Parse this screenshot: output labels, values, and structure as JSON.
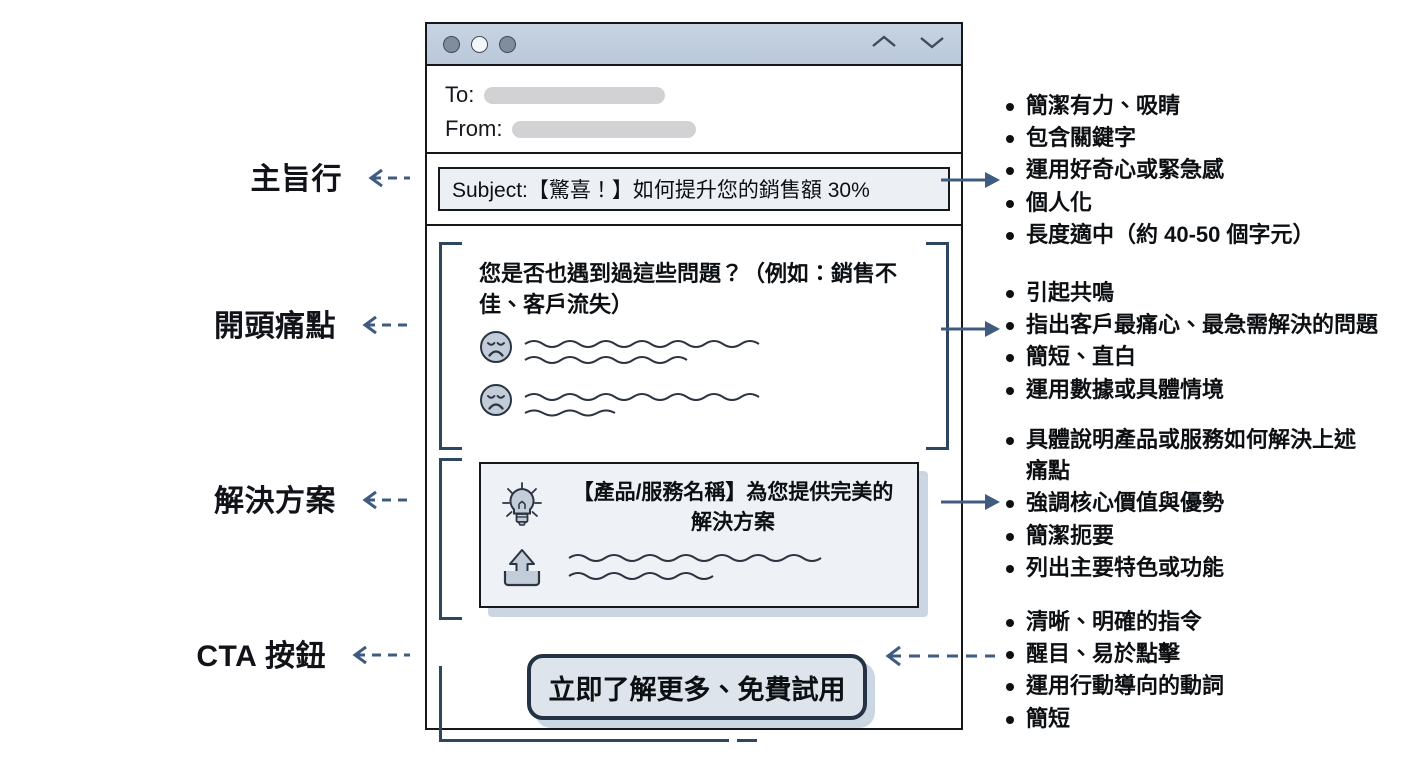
{
  "window": {
    "titlebar": {
      "dots": [
        "window-dot-1",
        "window-dot-2",
        "window-dot-3"
      ],
      "collapse_icon": "chevron-up-icon",
      "expand_icon": "chevron-down-icon"
    },
    "headers": {
      "to_label": "To:",
      "from_label": "From:"
    },
    "subject": {
      "prefix": "Subject:",
      "text": "Subject:【驚喜！】如何提升您的銷售額 30%"
    },
    "pain": {
      "heading": "您是否也遇到過這些問題？（例如：銷售不佳、客戶流失）",
      "items": [
        {
          "icon": "sad-face-icon"
        },
        {
          "icon": "sad-face-icon"
        }
      ]
    },
    "solution": {
      "icons": [
        "lightbulb-icon",
        "upload-icon"
      ],
      "title": "【產品/服務名稱】為您提供完美的解決方案"
    },
    "cta": {
      "label": "立即了解更多、免費試用"
    }
  },
  "left_labels": [
    {
      "id": "subject-line",
      "text": "主旨行"
    },
    {
      "id": "opening-pain-point",
      "text": "開頭痛點"
    },
    {
      "id": "solution",
      "text": "解決方案"
    },
    {
      "id": "cta-button",
      "text": "CTA 按鈕"
    }
  ],
  "annotations": [
    {
      "id": "subject-tips",
      "items": [
        "簡潔有力、吸睛",
        "包含關鍵字",
        "運用好奇心或緊急感",
        "個人化",
        "長度適中（約 40-50 個字元）"
      ]
    },
    {
      "id": "pain-tips",
      "items": [
        "引起共鳴",
        "指出客戶最痛心、最急需解決的問題",
        "簡短、直白",
        "運用數據或具體情境"
      ]
    },
    {
      "id": "solution-tips",
      "items": [
        "具體說明產品或服務如何解決上述痛點",
        "強調核心價值與優勢",
        "簡潔扼要",
        "列出主要特色或功能"
      ]
    },
    {
      "id": "cta-tips",
      "items": [
        "清晰、明確的指令",
        "醒目、易於點擊",
        "運用行動導向的動詞",
        "簡短"
      ]
    }
  ],
  "colors": {
    "accent_blue": "#2f4661",
    "titlebar": "#c0cedd",
    "card_bg": "#eef1f5",
    "cta_bg": "#dde4ec",
    "ink": "#15181d",
    "placeholder_gray": "#d2d2d4"
  }
}
